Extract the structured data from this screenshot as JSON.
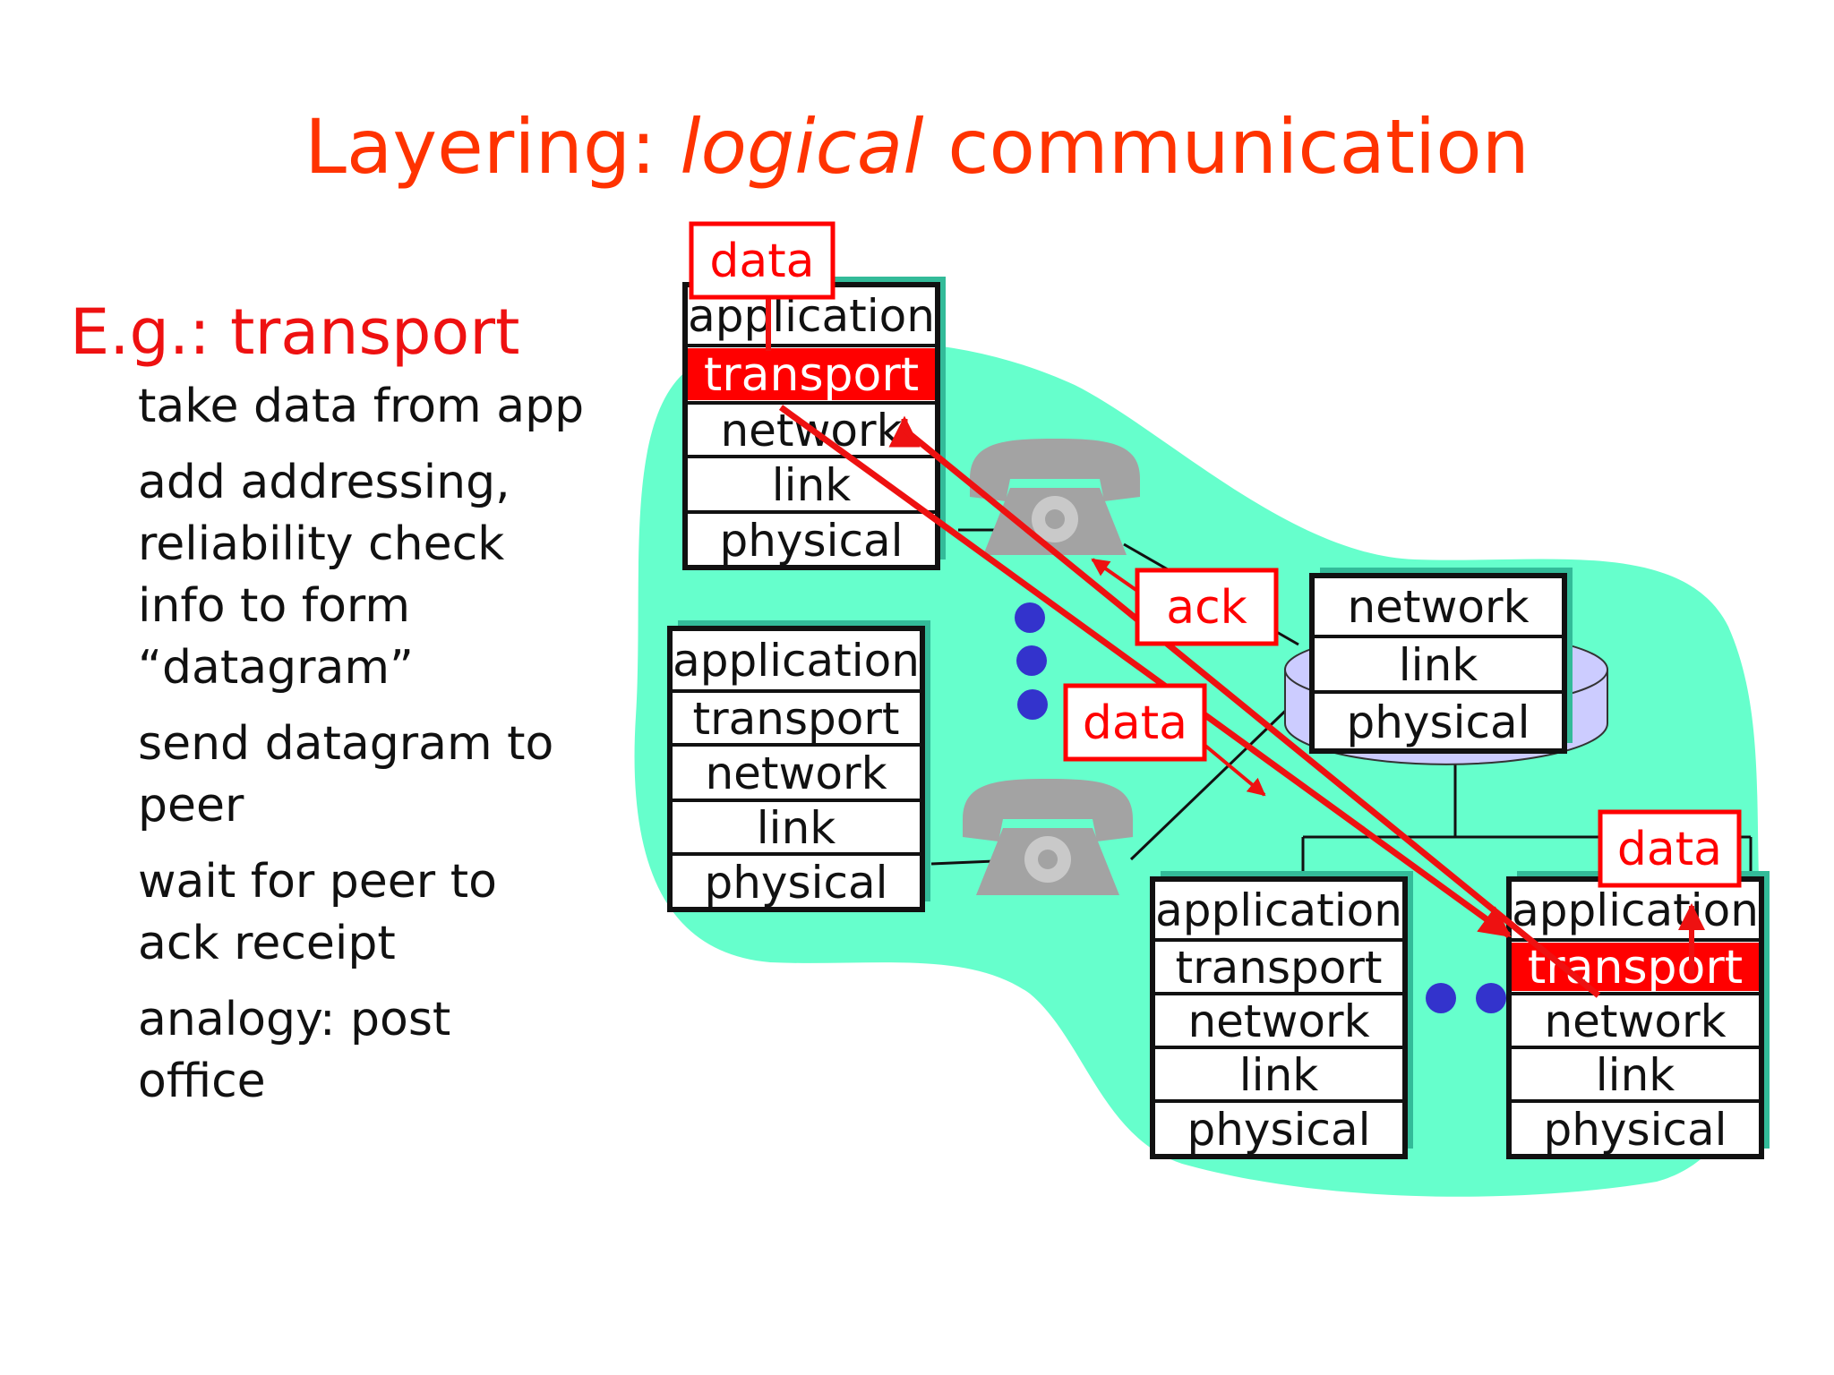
{
  "title": {
    "part1": "Layering: ",
    "italic": "logical",
    "part2": " communication"
  },
  "heading": "E.g.: transport",
  "bullets": [
    [
      "take data from app"
    ],
    [
      "add addressing,",
      "reliability check",
      "info to form",
      "“datagram”"
    ],
    [
      "send datagram to",
      "peer"
    ],
    [
      "wait for peer to",
      "ack receipt"
    ],
    [
      "analogy: post",
      "office"
    ]
  ],
  "stacks": {
    "host_top": [
      "application",
      "transport",
      "network",
      "link",
      "physical"
    ],
    "host_mid": [
      "application",
      "transport",
      "network",
      "link",
      "physical"
    ],
    "router": [
      "network",
      "link",
      "physical"
    ],
    "host_bottom": [
      "application",
      "transport",
      "network",
      "link",
      "physical"
    ],
    "host_dest": [
      "application",
      "transport",
      "network",
      "link",
      "physical"
    ]
  },
  "labels": {
    "data_top": "data",
    "ack": "ack",
    "data_mid": "data",
    "data_dest": "data"
  },
  "colors": {
    "cloud": "#66ffcc",
    "highlight": "#ff0000",
    "arrow": "#ee1111",
    "title": "#ff3300",
    "dots": "#3333cc",
    "phone": "#a3a3a3"
  },
  "icons": [
    "telephone-icon",
    "telephone-icon",
    "router-icon"
  ]
}
